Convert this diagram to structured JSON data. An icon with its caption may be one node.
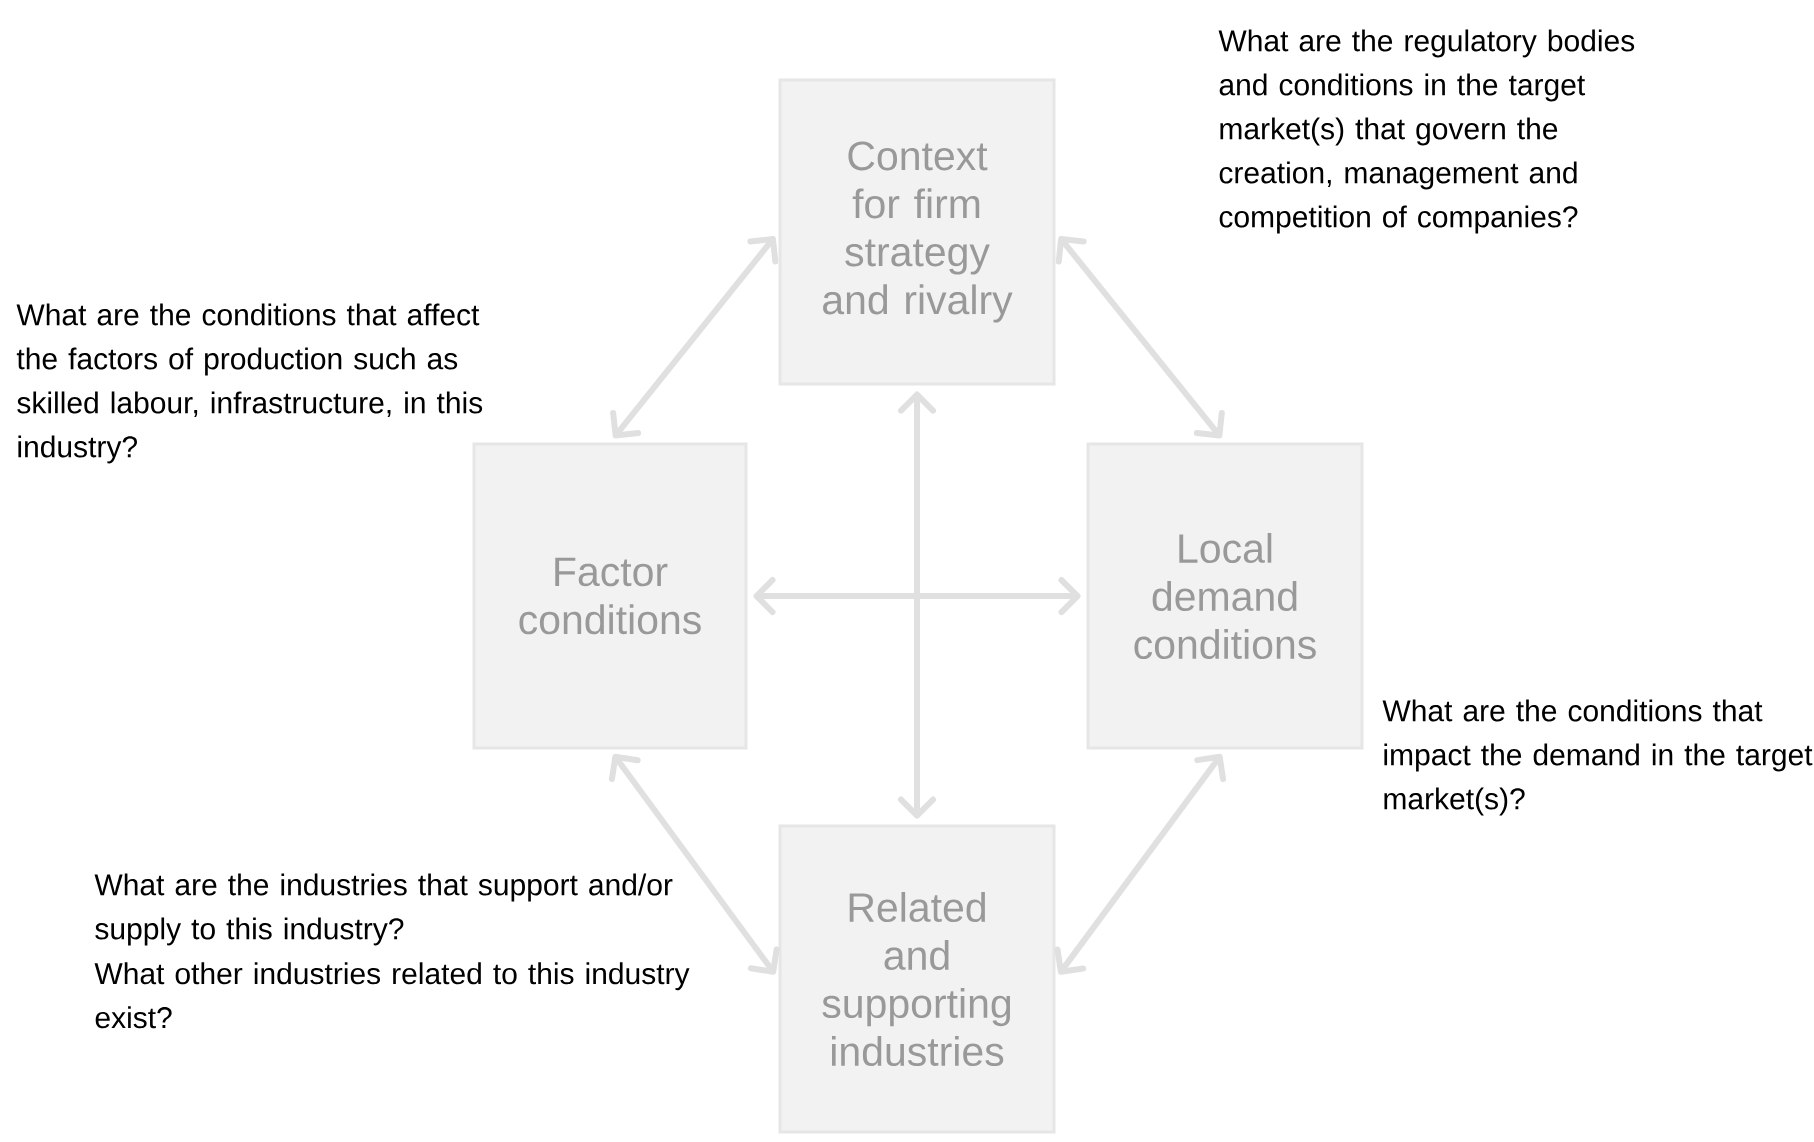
{
  "diagram": {
    "nodes": [
      {
        "text": [
          "Context for firm strategy and rivalry"
        ]
      },
      {
        "text": [
          "Factor conditions"
        ],
        "beside": [
          "What are the conditions that affect the factors of production such as skilled labour, infrastructure, in this industry?"
        ]
      },
      {
        "text": [
          "Local demand conditions"
        ],
        "beside": [
          "What are the conditions that impact the demand in the target market(s)?"
        ]
      },
      {
        "text": [
          "Related and supporting industries"
        ],
        "beside": [
          "What are the industries that support and/or supply to this industry?",
          "What other industries related to this industry exist?"
        ]
      }
    ],
    "edges": [
      {
        "from": 0,
        "to": 1,
        "arrow": "both"
      },
      {
        "from": 0,
        "to": 2,
        "arrow": "both"
      },
      {
        "from": 0,
        "to": 3,
        "arrow": "both"
      },
      {
        "from": 1,
        "to": 2,
        "arrow": "both"
      },
      {
        "from": 1,
        "to": 3,
        "arrow": "both"
      },
      {
        "from": 2,
        "to": 3,
        "arrow": "both"
      }
    ],
    "labels": [
      "What are the regulatory bodies and conditions in the target market(s) that govern the creation, management and competition of companies?"
    ]
  }
}
